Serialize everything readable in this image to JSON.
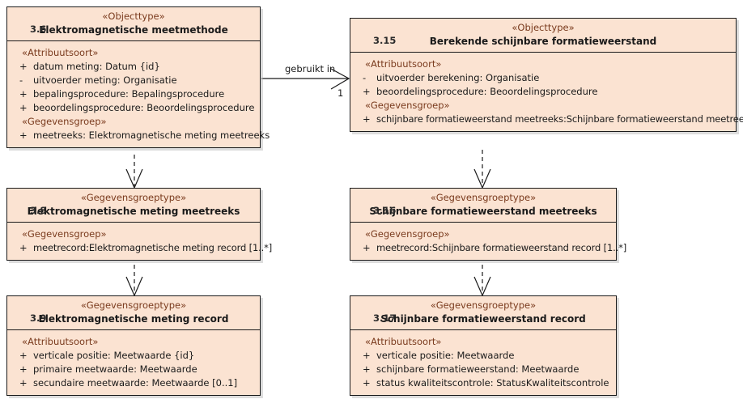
{
  "diagram": {
    "type": "uml-class-diagram",
    "background": "#ffffff",
    "class_fill": "#fbe3d2",
    "border_color": "#1a1a1a",
    "stereotype_color": "#7a3b1e"
  },
  "classes": [
    {
      "id": "c36",
      "stereotype": "«Objecttype»",
      "number": "3.6",
      "name": "Elektromagnetische meetmethode",
      "compartments": [
        {
          "label": "«Attribuutsoort»",
          "features": [
            {
              "vis": "+",
              "text": "datum meting: Datum {id}"
            },
            {
              "vis": "-",
              "text": "uitvoerder meting: Organisatie"
            },
            {
              "vis": "+",
              "text": "bepalingsprocedure: Bepalingsprocedure"
            },
            {
              "vis": "+",
              "text": "beoordelingsprocedure: Beoordelingsprocedure"
            }
          ]
        },
        {
          "label": "«Gegevensgroep»",
          "features": [
            {
              "vis": "+",
              "text": "meetreeks: Elektromagnetische meting meetreeks"
            }
          ]
        }
      ]
    },
    {
      "id": "c315",
      "stereotype": "«Objecttype»",
      "number": "3.15",
      "name": "Berekende schijnbare formatieweerstand",
      "compartments": [
        {
          "label": "«Attribuutsoort»",
          "features": [
            {
              "vis": "-",
              "text": "uitvoerder berekening: Organisatie"
            },
            {
              "vis": "+",
              "text": "beoordelingsprocedure: Beoordelingsprocedure"
            }
          ]
        },
        {
          "label": "«Gegevensgroep»",
          "features": [
            {
              "vis": "+",
              "text": "schijnbare formatieweerstand meetreeks:Schijnbare formatieweerstand meetreeks"
            }
          ]
        }
      ]
    },
    {
      "id": "c38",
      "stereotype": "«Gegevensgroeptype»",
      "number": "3.8",
      "name": "Elektromagnetische meting meetreeks",
      "compartments": [
        {
          "label": "«Gegevensgroep»",
          "features": [
            {
              "vis": "+",
              "text": "meetrecord:Elektromagnetische meting record [1..*]"
            }
          ]
        }
      ]
    },
    {
      "id": "c316",
      "stereotype": "«Gegevensgroeptype»",
      "number": "3.16",
      "name": "Schijnbare formatieweerstand meetreeks",
      "compartments": [
        {
          "label": "«Gegevensgroep»",
          "features": [
            {
              "vis": "+",
              "text": "meetrecord:Schijnbare formatieweerstand record [1..*]"
            }
          ]
        }
      ]
    },
    {
      "id": "c39",
      "stereotype": "«Gegevensgroeptype»",
      "number": "3.9",
      "name": "Elektromagnetische meting record",
      "compartments": [
        {
          "label": "«Attribuutsoort»",
          "features": [
            {
              "vis": "+",
              "text": "verticale positie: Meetwaarde {id}"
            },
            {
              "vis": "+",
              "text": "primaire meetwaarde: Meetwaarde"
            },
            {
              "vis": "+",
              "text": "secundaire meetwaarde: Meetwaarde [0..1]"
            }
          ]
        }
      ]
    },
    {
      "id": "c317",
      "stereotype": "«Gegevensgroeptype»",
      "number": "3.17",
      "name": "Schijnbare formatieweerstand record",
      "compartments": [
        {
          "label": "«Attribuutsoort»",
          "features": [
            {
              "vis": "+",
              "text": "verticale positie: Meetwaarde"
            },
            {
              "vis": "+",
              "text": "schijnbare formatieweerstand: Meetwaarde"
            },
            {
              "vis": "+",
              "text": "status kwaliteitscontrole: StatusKwaliteitscontrole"
            }
          ]
        }
      ]
    }
  ],
  "connectors": [
    {
      "id": "assoc-gebruikt-in",
      "kind": "association",
      "line": "solid",
      "arrow": "open",
      "from": "c36",
      "to": "c315",
      "label": "gebruikt in",
      "target_multiplicity": "1"
    },
    {
      "id": "dep-36-38",
      "kind": "dependency",
      "line": "dashed",
      "arrow": "open",
      "from": "c36",
      "to": "c38",
      "label": "",
      "target_multiplicity": ""
    },
    {
      "id": "dep-38-39",
      "kind": "dependency",
      "line": "dashed",
      "arrow": "open",
      "from": "c38",
      "to": "c39",
      "label": "",
      "target_multiplicity": ""
    },
    {
      "id": "dep-315-316",
      "kind": "dependency",
      "line": "dashed",
      "arrow": "open",
      "from": "c315",
      "to": "c316",
      "label": "",
      "target_multiplicity": ""
    },
    {
      "id": "dep-316-317",
      "kind": "dependency",
      "line": "dashed",
      "arrow": "open",
      "from": "c316",
      "to": "c317",
      "label": "",
      "target_multiplicity": ""
    }
  ]
}
